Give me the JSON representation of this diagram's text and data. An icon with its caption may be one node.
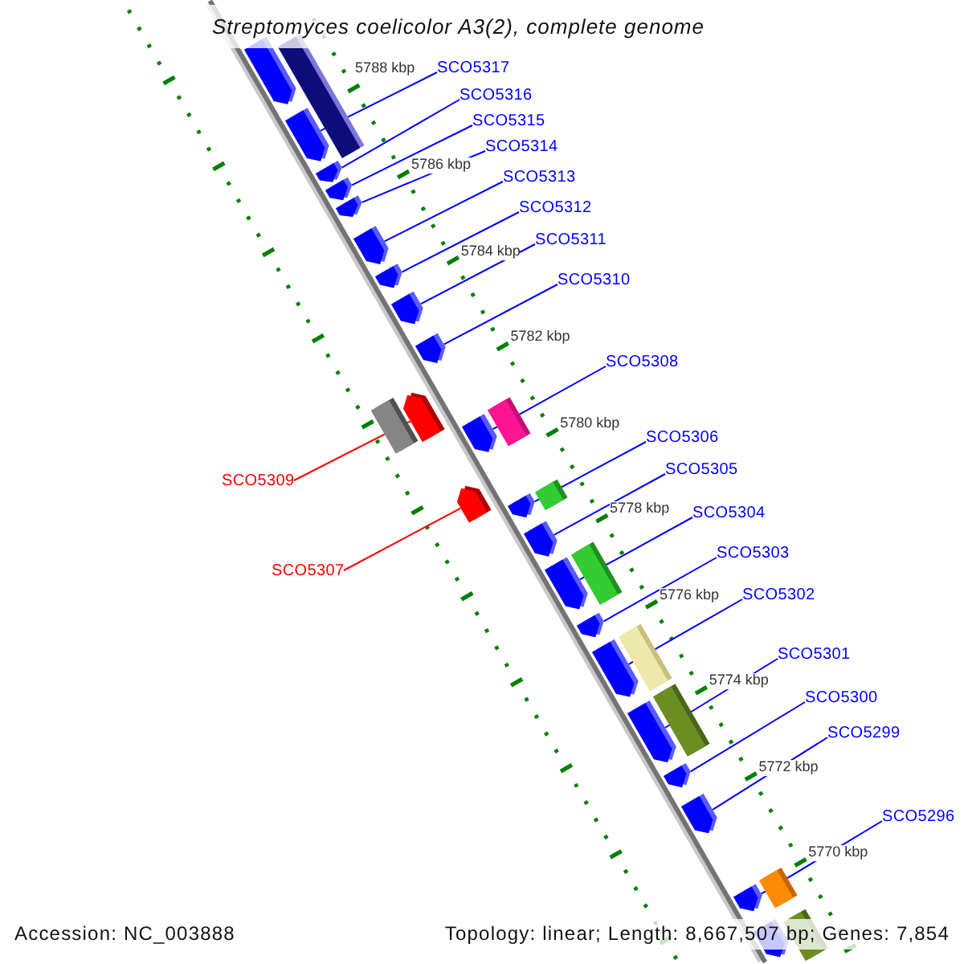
{
  "diagram": {
    "title": "Streptomyces coelicolor A3(2), complete genome",
    "nodes": [
      {
        "text": [],
        "shape": "box"
      },
      {
        "text": [
          "SCO5317"
        ]
      },
      {
        "text": [],
        "shape": "box"
      },
      {
        "text": [
          "SCO5316"
        ]
      },
      {
        "text": [],
        "shape": "box"
      },
      {
        "text": [
          "SCO5315"
        ]
      },
      {
        "text": [],
        "shape": "box"
      },
      {
        "text": [
          "SCO5314"
        ]
      },
      {
        "text": [],
        "shape": "box"
      },
      {
        "text": [
          "SCO5313"
        ]
      },
      {
        "text": [],
        "shape": "box"
      },
      {
        "text": [
          "SCO5312"
        ]
      },
      {
        "text": [],
        "shape": "box"
      },
      {
        "text": [
          "SCO5311"
        ]
      },
      {
        "text": [],
        "shape": "box"
      },
      {
        "text": [
          "SCO5310"
        ]
      },
      {
        "text": [],
        "shape": "box"
      },
      {
        "text": [
          "SCO5308"
        ]
      },
      {
        "text": [],
        "shape": "box"
      },
      {
        "text": [
          "SCO5306"
        ]
      },
      {
        "text": [],
        "shape": "box"
      },
      {
        "text": [
          "SCO5305"
        ]
      },
      {
        "text": [],
        "shape": "box"
      },
      {
        "text": [
          "SCO5309"
        ]
      },
      {
        "text": [],
        "shape": "box"
      },
      {
        "text": [
          "SCO5304"
        ]
      },
      {
        "text": [],
        "shape": "box"
      },
      {
        "text": [
          "SCO5303"
        ]
      },
      {
        "text": [],
        "shape": "box"
      },
      {
        "text": [
          "SCO5307"
        ]
      },
      {
        "text": [],
        "shape": "box"
      },
      {
        "text": [
          "SCO5302"
        ]
      },
      {
        "text": [],
        "shape": "box"
      },
      {
        "text": [
          "SCO5301"
        ]
      },
      {
        "text": [],
        "shape": "box"
      },
      {
        "text": [
          "SCO5300"
        ]
      },
      {
        "text": [],
        "shape": "box"
      },
      {
        "text": [
          "SCO5299"
        ]
      },
      {
        "text": [],
        "shape": "box"
      },
      {
        "text": [
          "SCO5296"
        ]
      },
      {
        "text": [],
        "shape": "box"
      },
      {
        "text": [],
        "shape": "box"
      }
    ],
    "edges": [
      {
        "from": 1,
        "to": 2,
        "arrow": "none"
      },
      {
        "from": 3,
        "to": 4,
        "arrow": "none"
      },
      {
        "from": 5,
        "to": 6,
        "arrow": "none"
      },
      {
        "from": 7,
        "to": 8,
        "arrow": "none"
      },
      {
        "from": 9,
        "to": 10,
        "arrow": "none"
      },
      {
        "from": 11,
        "to": 12,
        "arrow": "none"
      },
      {
        "from": 13,
        "to": 14,
        "arrow": "none"
      },
      {
        "from": 15,
        "to": 16,
        "arrow": "none"
      },
      {
        "from": 17,
        "to": 18,
        "arrow": "none"
      },
      {
        "from": 19,
        "to": 20,
        "arrow": "none"
      },
      {
        "from": 21,
        "to": 22,
        "arrow": "none"
      },
      {
        "from": 23,
        "to": 24,
        "arrow": "none",
        "color": "#ff0000"
      },
      {
        "from": 25,
        "to": 26,
        "arrow": "none"
      },
      {
        "from": 27,
        "to": 28,
        "arrow": "none"
      },
      {
        "from": 29,
        "to": 30,
        "arrow": "none",
        "color": "#ff0000"
      },
      {
        "from": 31,
        "to": 32,
        "arrow": "none"
      },
      {
        "from": 33,
        "to": 34,
        "arrow": "none"
      },
      {
        "from": 35,
        "to": 36,
        "arrow": "none"
      },
      {
        "from": 37,
        "to": 38,
        "arrow": "none"
      },
      {
        "from": 39,
        "to": 40,
        "arrow": "none"
      }
    ],
    "labels": [
      "5788 kbp",
      "5786 kbp",
      "5784 kbp",
      "5782 kbp",
      "5780 kbp",
      "5778 kbp",
      "5776 kbp",
      "5774 kbp",
      "5772 kbp",
      "5770 kbp",
      "Accession: NC_003888",
      "Topology: linear; Length: 8,667,507 bp; Genes: 7,854"
    ]
  }
}
